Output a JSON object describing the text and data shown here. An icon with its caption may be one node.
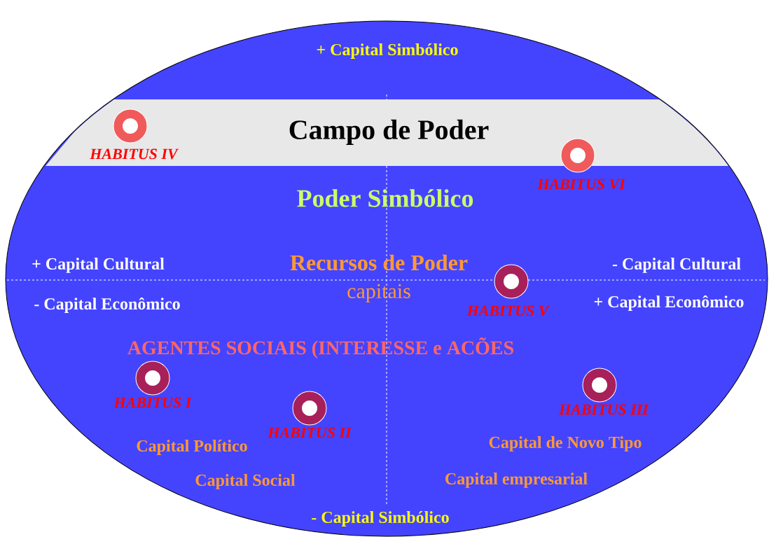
{
  "diagram": {
    "nodes": [
      {
        "text": [],
        "shape": "ellipse"
      },
      {
        "text": [
          "Campo de Poder"
        ],
        "in": 0
      },
      {
        "text": [],
        "shape": "circle",
        "beside": [
          "HABITUS IV"
        ],
        "in": 1
      },
      {
        "text": [],
        "shape": "circle",
        "beside": [
          "HABITUS VI"
        ],
        "in": 0
      },
      {
        "text": [],
        "shape": "circle",
        "beside": [
          "HABITUS V"
        ],
        "in": 0
      },
      {
        "text": [],
        "shape": "circle",
        "beside": [
          "HABITUS I"
        ],
        "in": 0
      },
      {
        "text": [],
        "shape": "circle",
        "beside": [
          "HABITUS III"
        ],
        "in": 0
      },
      {
        "text": [],
        "shape": "circle",
        "beside": [
          "HABITUS II"
        ],
        "in": 0
      }
    ],
    "edges": [],
    "labels": [
      "+ Capital Simbólico",
      "Poder Simbólico",
      "+ Capital Cultural",
      "Recursos de Poder",
      "- Capital Cultural",
      "capitais",
      "- Capital Econômico",
      "+ Capital Econômico",
      "AGENTES SOCIAIS (INTERESSE e ACÕES",
      "Capital Político",
      "Capital de Novo Tipo",
      "Capital Social",
      "Capital empresarial",
      "- Capital Simbólico"
    ]
  }
}
